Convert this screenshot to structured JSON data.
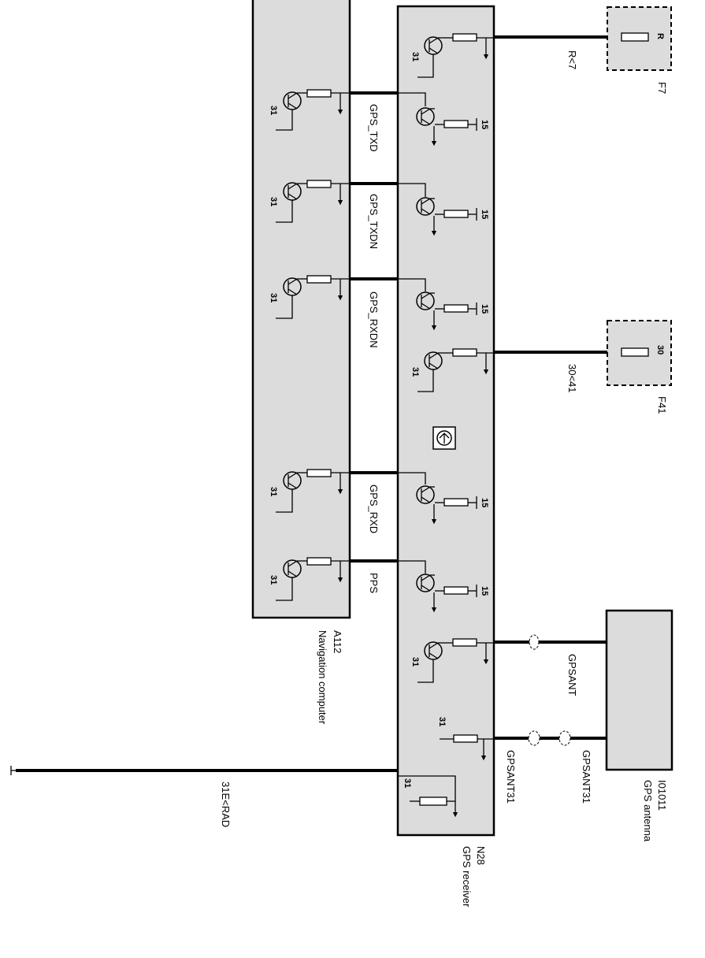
{
  "components": {
    "nav": {
      "id": "A112",
      "name": "Navigation computer"
    },
    "gps_receiver": {
      "id": "N28",
      "name": "GPS receiver"
    },
    "gps_antenna": {
      "id": "I01011",
      "name": "GPS antenna"
    },
    "fuse_f7": {
      "id": "F7",
      "terminal": "R"
    },
    "fuse_f41": {
      "id": "F41",
      "terminal": "30"
    }
  },
  "wires": {
    "gps_txd": "GPS_TXD",
    "gps_txdn": "GPS_TXDN",
    "gps_rxdn": "GPS_RXDN",
    "gps_rxd": "GPS_RXD",
    "pps": "PPS",
    "r7": "R<7",
    "w3041": "30<41",
    "gpsant": "GPSANT",
    "gpsant31_rx": "GPSANT31",
    "gpsant31_ant": "GPSANT31",
    "ground": "31E<RAD"
  },
  "pins": {
    "p31": "31",
    "p15": "15"
  }
}
